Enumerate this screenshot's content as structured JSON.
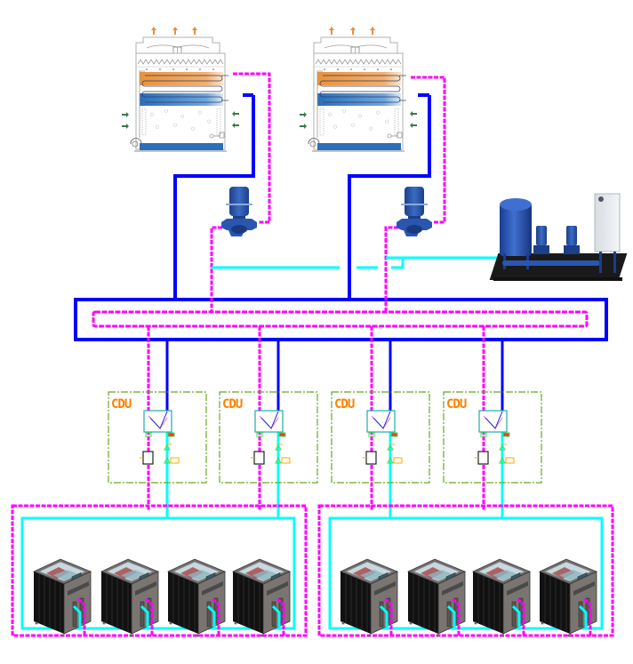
{
  "diagram": {
    "title": "Liquid cooling system schematic",
    "colors": {
      "cooling_water_supply": "#0000ff",
      "cooling_water_return": "#ff00ff",
      "secondary_supply": "#00ffff",
      "cdu_border": "#66aa22",
      "cdu_label": "#ff8000",
      "hx_border": "#22aaaa"
    },
    "cooling_towers": [
      {
        "id": "tower-1"
      },
      {
        "id": "tower-2"
      }
    ],
    "pumps": [
      {
        "id": "pump-1"
      },
      {
        "id": "pump-2"
      }
    ],
    "makeup_station": {
      "id": "pressurization-station"
    },
    "cdus": [
      {
        "label": "CDU"
      },
      {
        "label": "CDU"
      },
      {
        "label": "CDU"
      },
      {
        "label": "CDU"
      }
    ],
    "server_groups": [
      {
        "servers": 4
      },
      {
        "servers": 4
      }
    ]
  }
}
